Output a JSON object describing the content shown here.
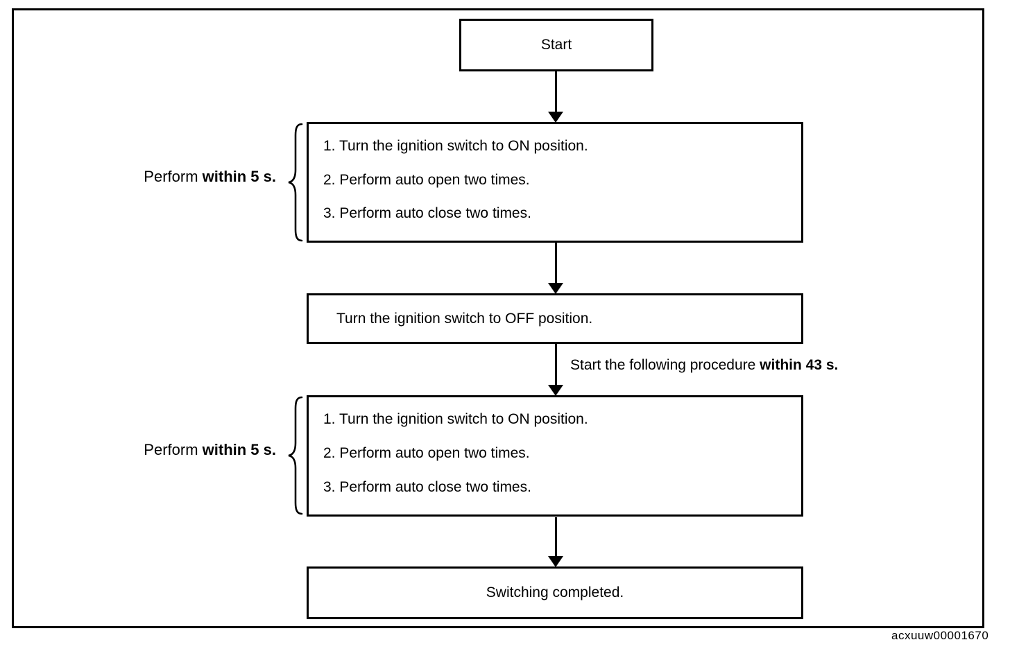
{
  "flowchart": {
    "nodes": {
      "start": {
        "label": "Start"
      },
      "procedure1": {
        "steps": [
          "1. Turn the ignition switch to ON position.",
          "2. Perform auto open two times.",
          "3. Perform auto close two times."
        ]
      },
      "ignition_off": {
        "label": "Turn the ignition switch to OFF position."
      },
      "procedure2": {
        "steps": [
          "1. Turn the ignition switch to ON position.",
          "2. Perform auto open two times.",
          "3. Perform auto close two times."
        ]
      },
      "completed": {
        "label": "Switching completed."
      }
    },
    "annotations": {
      "perform1": {
        "normal": "Perform ",
        "bold": "within 5 s."
      },
      "perform2": {
        "normal": "Perform ",
        "bold": "within 5 s."
      },
      "arrow_note": {
        "normal": "Start the following procedure ",
        "bold": "within 43 s."
      }
    },
    "figure_code": "acxuuw00001670",
    "colors": {
      "ink": "#000000",
      "bg": "#ffffff"
    }
  }
}
